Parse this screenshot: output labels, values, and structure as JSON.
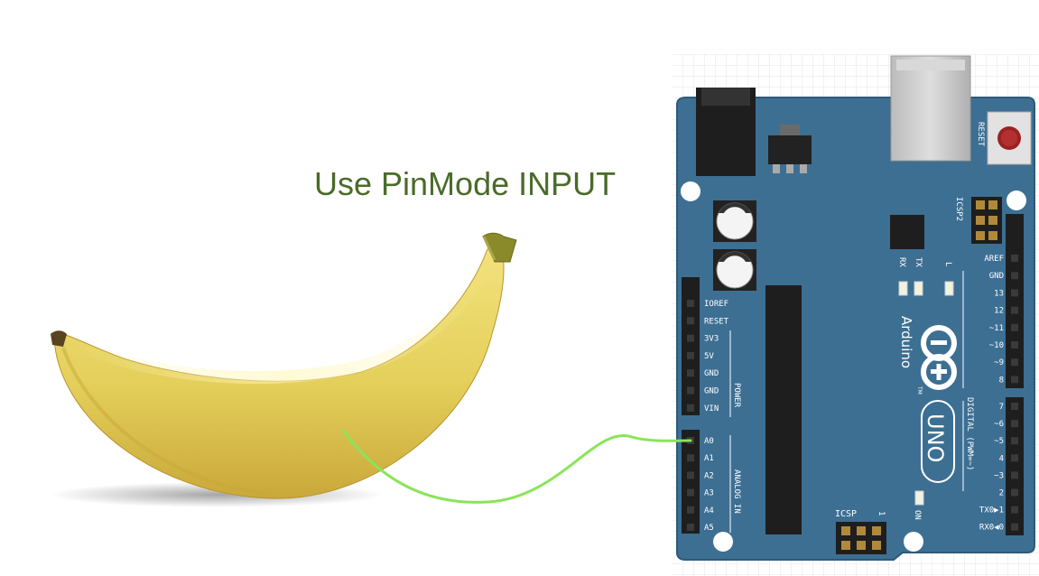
{
  "caption": "Use PinMode INPUT",
  "board": {
    "reset_label": "RESET",
    "icsp2_label": "ICSP2",
    "icsp_label": "ICSP",
    "icsp_pin1": "1",
    "led_rx": "RX",
    "led_tx": "TX",
    "led_l": "L",
    "on_label": "ON",
    "brand": "Arduino",
    "tm": "TM",
    "model": "UNO",
    "power_group": "POWER",
    "analog_group": "ANALOG IN",
    "digital_group": "DIGITAL (PWM=~)",
    "power_pins": [
      "IOREF",
      "RESET",
      "3V3",
      "5V",
      "GND",
      "GND",
      "VIN"
    ],
    "analog_pins": [
      "A0",
      "A1",
      "A2",
      "A3",
      "A4",
      "A5"
    ],
    "digital_upper": [
      "AREF",
      "GND",
      "13",
      "12",
      "~11",
      "~10",
      "~9",
      "8"
    ],
    "digital_lower": [
      "7",
      "~6",
      "~5",
      "4",
      "~3",
      "2",
      "TX0▶1",
      "RX0◀0"
    ]
  },
  "colors": {
    "board": "#3d6f93",
    "wire": "#8ae45a",
    "caption": "#4a6b2a",
    "banana": "#e4cf5a"
  },
  "wire": {
    "from": "banana",
    "to": "A0"
  }
}
